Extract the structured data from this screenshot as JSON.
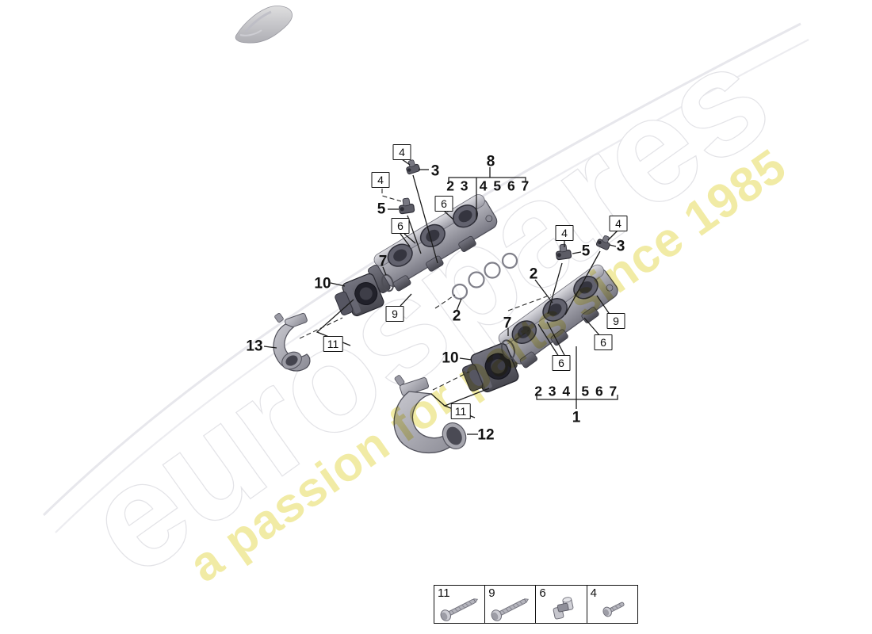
{
  "watermark": {
    "brand": "eurospares",
    "tagline": "a passion for parts since 1985",
    "tagline_color": "#efe999",
    "brand_outline_color": "#e3e3e7"
  },
  "groups": {
    "top": {
      "label": "8",
      "items": "2 3  4 5 6 7"
    },
    "bottom": {
      "label": "1",
      "items": "2 3 4  5 6 7"
    }
  },
  "callouts": {
    "plain": [
      {
        "label": "3"
      },
      {
        "label": "8"
      },
      {
        "label": "5"
      },
      {
        "label": "7"
      },
      {
        "label": "10"
      },
      {
        "label": "2"
      },
      {
        "label": "13"
      },
      {
        "label": "5"
      },
      {
        "label": "3"
      },
      {
        "label": "2"
      },
      {
        "label": "7"
      },
      {
        "label": "10"
      },
      {
        "label": "12"
      },
      {
        "label": "1"
      }
    ],
    "boxed": [
      {
        "label": "4"
      },
      {
        "label": "4"
      },
      {
        "label": "6"
      },
      {
        "label": "6"
      },
      {
        "label": "9"
      },
      {
        "label": "11"
      },
      {
        "label": "4"
      },
      {
        "label": "4"
      },
      {
        "label": "9"
      },
      {
        "label": "6"
      },
      {
        "label": "6"
      },
      {
        "label": "11"
      }
    ]
  },
  "legend": {
    "cells": [
      {
        "label": "11",
        "icon": "long-screw-icon"
      },
      {
        "label": "9",
        "icon": "long-screw-icon"
      },
      {
        "label": "6",
        "icon": "retainer-clip-icon"
      },
      {
        "label": "4",
        "icon": "short-screw-icon"
      }
    ]
  },
  "colors": {
    "line": "#1b1b1b",
    "part_gray": "#8b8b95",
    "background": "#ffffff"
  }
}
